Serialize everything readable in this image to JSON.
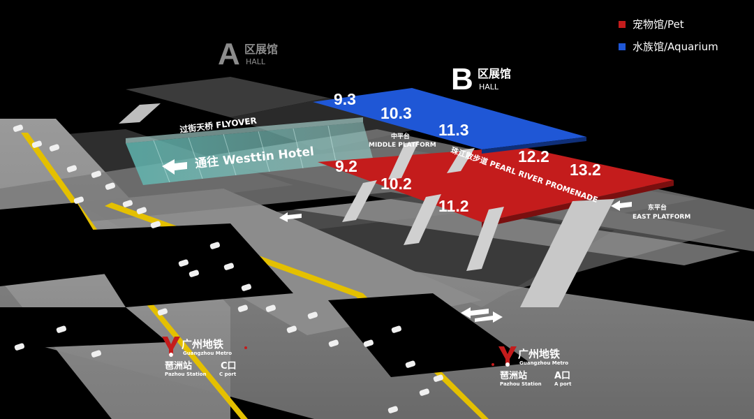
{
  "legend": {
    "items": [
      {
        "label": "宠物馆/Pet",
        "color": "#c41c1c"
      },
      {
        "label": "水族馆/Aquarium",
        "color": "#1f57d6"
      }
    ]
  },
  "hall_a": {
    "letter": "A",
    "name": "区展馆",
    "sub": "HALL"
  },
  "hall_b": {
    "letter": "B",
    "name": "区展馆",
    "sub": "HALL"
  },
  "blue_halls": [
    "9.3",
    "10.3",
    "11.3"
  ],
  "red_halls": [
    "9.2",
    "10.2",
    "11.2",
    "12.2",
    "13.2"
  ],
  "flyover": {
    "label": "过街天桥 FLYOVER",
    "direction": "通往 Westtin Hotel"
  },
  "middle_platform": {
    "cn": "中平台",
    "en": "MIDDLE PLATFORM"
  },
  "promenade": {
    "label": "珠江散步道 PEARL RIVER PROMENADE"
  },
  "east_platform": {
    "cn": "东平台",
    "en": "EAST PLATFORM"
  },
  "metro_c": {
    "brand": "广州地铁",
    "brand_en": "Guangzhou Metro",
    "station": "琶洲站",
    "station_en": "Pazhou Station",
    "port": "C口",
    "port_en": "C port"
  },
  "metro_a": {
    "brand": "广州地铁",
    "brand_en": "Guangzhou Metro",
    "station": "琶洲站",
    "station_en": "Pazhou Station",
    "port": "A口",
    "port_en": "A port"
  },
  "colors": {
    "pet": "#c41c1c",
    "aquarium": "#1f57d6",
    "road": "#8a8a8a",
    "background": "#000000"
  }
}
